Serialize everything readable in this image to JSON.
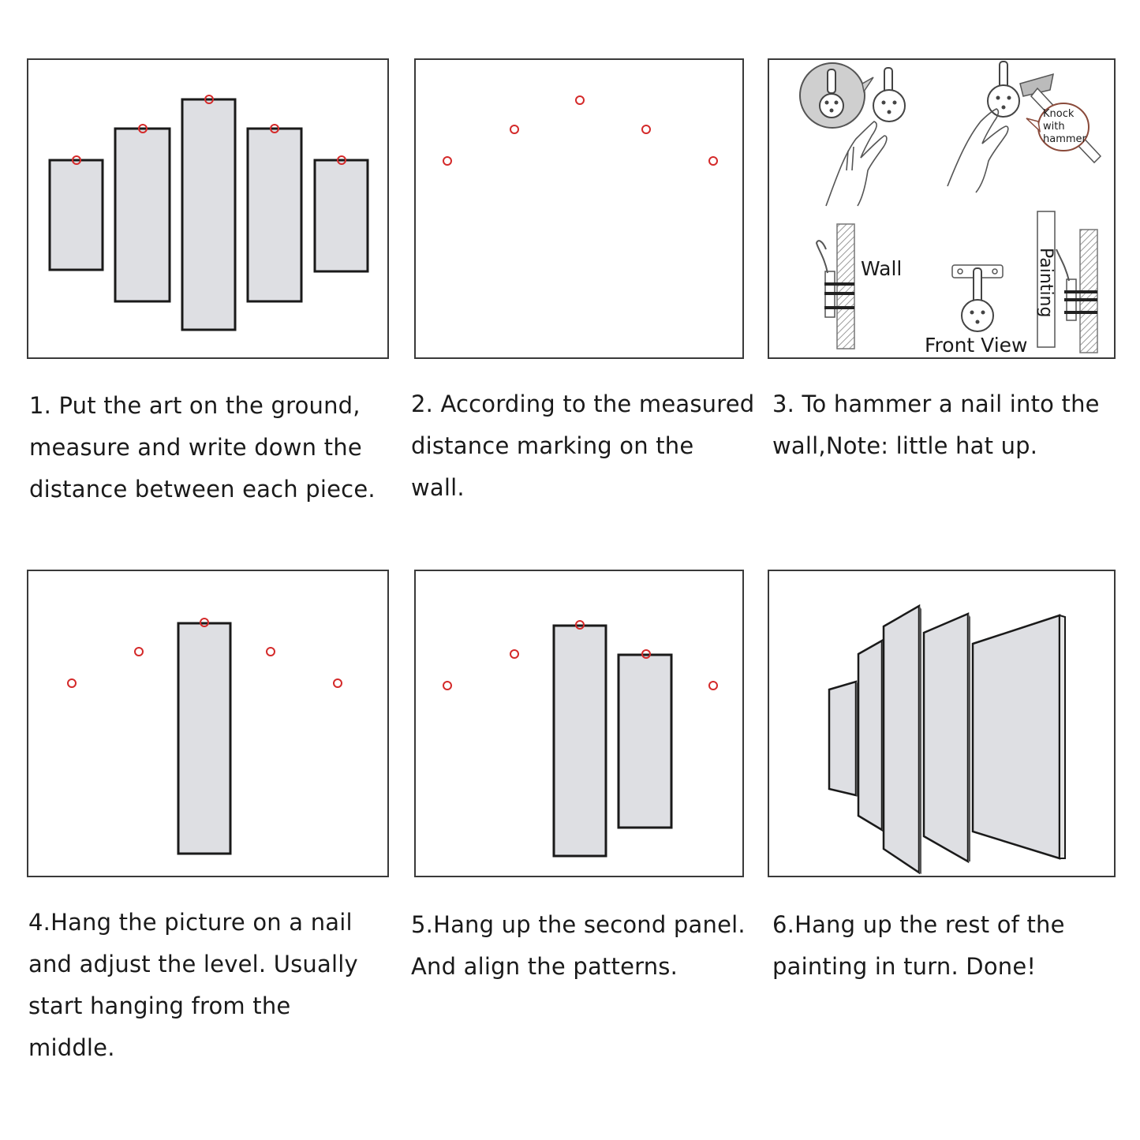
{
  "steps": [
    {
      "lines": [
        "1. Put the art on the ground,",
        "measure and write down the",
        "distance between each piece."
      ]
    },
    {
      "lines": [
        "2. According to the measured",
        "distance marking on the",
        "wall."
      ]
    },
    {
      "lines": [
        "3. To hammer a nail into the",
        "wall,Note: little hat up."
      ]
    },
    {
      "lines": [
        "4.Hang the picture on a nail",
        "and adjust the level. Usually",
        "start hanging from the",
        "middle."
      ]
    },
    {
      "lines": [
        "5.Hang up the second panel.",
        "And align the patterns."
      ]
    },
    {
      "lines": [
        "6.Hang up the rest of the",
        "painting in turn. Done!"
      ]
    }
  ],
  "step3_labels": {
    "knock": [
      "Knock",
      "with",
      "hammer"
    ],
    "wall": "Wall",
    "painting": "Painting",
    "front_view": "Front View"
  },
  "colors": {
    "marker": "#d42a2a",
    "panel_fill": "#dedfe3",
    "frame": "#1a1a1a"
  }
}
